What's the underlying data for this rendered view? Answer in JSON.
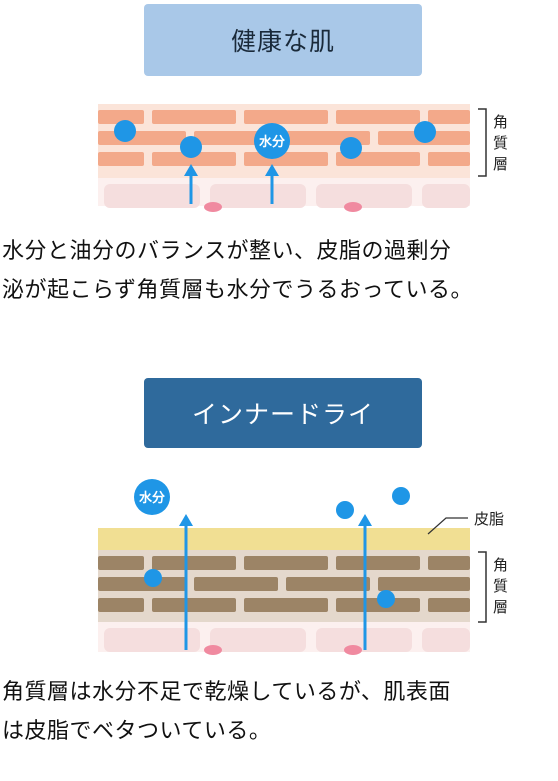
{
  "healthy": {
    "title": "健康な肌",
    "water_label": "水分",
    "stratum_label": [
      "角",
      "質",
      "層"
    ],
    "description_lines": [
      "水分と油分のバランスが整い、皮脂の過剰分",
      "泌が起こらず角質層も水分でうるおっている。"
    ]
  },
  "dry": {
    "title": "インナードライ",
    "water_label": "水分",
    "sebum_label": "皮脂",
    "stratum_label": [
      "角",
      "質",
      "層"
    ],
    "description_lines": [
      "角質層は水分不足で乾燥しているが、肌表面",
      "は皮脂でベタついている。"
    ]
  },
  "colors": {
    "healthy_title_bg": "#a9c8e8",
    "dry_title_bg": "#2f6a9c",
    "healthy_brick": "#f3a98a",
    "dry_brick": "#9c8466",
    "sebum": "#f1df93",
    "water_drop": "#1f96e6"
  }
}
